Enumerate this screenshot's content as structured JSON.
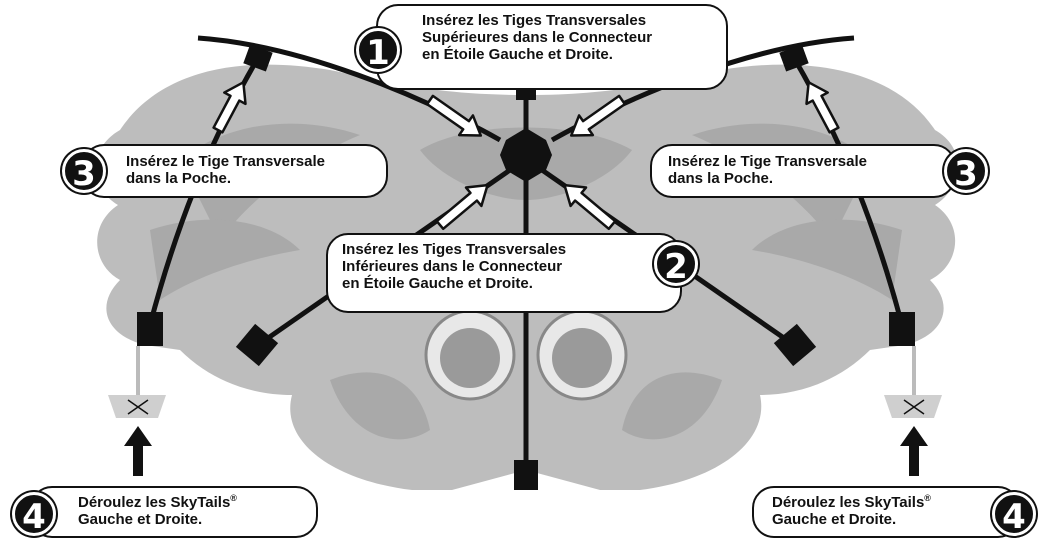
{
  "steps": {
    "step1": {
      "number": "1",
      "lines": [
        "Insérez les Tiges Transversales",
        "Supérieures dans le Connecteur",
        "en Étoile Gauche et Droite."
      ]
    },
    "step2": {
      "number": "2",
      "lines": [
        "Insérez les Tiges Transversales",
        "Inférieures dans le Connecteur",
        "en Étoile Gauche et Droite."
      ]
    },
    "step3_left": {
      "number": "3",
      "lines": [
        "Insérez le Tige Transversale",
        "dans la Poche."
      ]
    },
    "step3_right": {
      "number": "3",
      "lines": [
        "Insérez le Tige Transversale",
        "dans la Poche."
      ]
    },
    "step4_left": {
      "number": "4",
      "line1": "Déroulez les SkyTails",
      "trademark": "®",
      "line2": "Gauche et Droite."
    },
    "step4_right": {
      "number": "4",
      "line1": "Déroulez les SkyTails",
      "trademark": "®",
      "line2": "Gauche et Droite."
    }
  },
  "colors": {
    "kite_body": "#bdbdbd",
    "kite_shade": "#a9a9a9",
    "frame": "#111111",
    "badge": "#111111"
  },
  "icons": {
    "arrow": "hollow-arrow-icon",
    "connector": "star-connector-icon",
    "pocket": "pocket-icon",
    "tail": "skytail-icon"
  }
}
